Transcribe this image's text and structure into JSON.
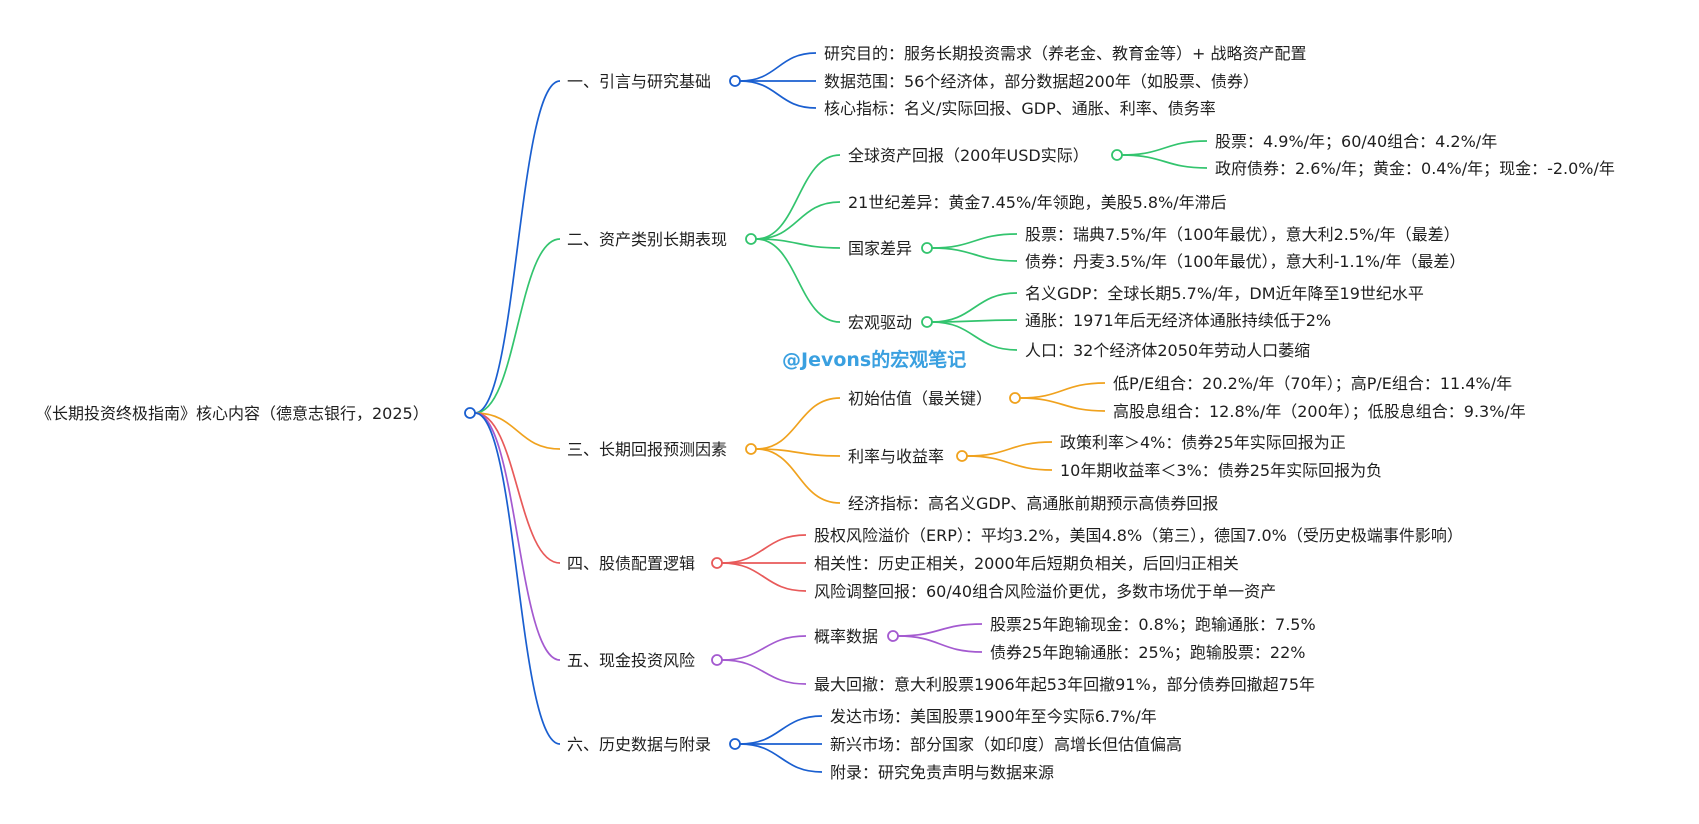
{
  "root": {
    "label": "《长期投资终极指南》核心内容（德意志银行，2025）",
    "color": "#1a5fd0"
  },
  "watermark": "@Jevons的宏观笔记",
  "branches": [
    {
      "label": "一、引言与研究基础",
      "color": "#1a5fd0",
      "children": [
        {
          "label": "研究目的：服务长期投资需求（养老金、教育金等）+ 战略资产配置"
        },
        {
          "label": "数据范围：56个经济体，部分数据超200年（如股票、债券）"
        },
        {
          "label": "核心指标：名义/实际回报、GDP、通胀、利率、债务率"
        }
      ]
    },
    {
      "label": "二、资产类别长期表现",
      "color": "#33c46e",
      "children": [
        {
          "label": "全球资产回报（200年USD实际）",
          "children": [
            {
              "label": "股票：4.9%/年；60/40组合：4.2%/年"
            },
            {
              "label": "政府债券：2.6%/年；黄金：0.4%/年；现金：-2.0%/年"
            }
          ]
        },
        {
          "label": "21世纪差异：黄金7.45%/年领跑，美股5.8%/年滞后"
        },
        {
          "label": "国家差异",
          "children": [
            {
              "label": "股票：瑞典7.5%/年（100年最优），意大利2.5%/年（最差）"
            },
            {
              "label": "债券：丹麦3.5%/年（100年最优），意大利-1.1%/年（最差）"
            }
          ]
        },
        {
          "label": "宏观驱动",
          "children": [
            {
              "label": "名义GDP：全球长期5.7%/年，DM近年降至19世纪水平"
            },
            {
              "label": "通胀：1971年后无经济体通胀持续低于2%"
            },
            {
              "label": "人口：32个经济体2050年劳动人口萎缩"
            }
          ]
        }
      ]
    },
    {
      "label": "三、长期回报预测因素",
      "color": "#f0a21e",
      "children": [
        {
          "label": "初始估值（最关键）",
          "children": [
            {
              "label": "低P/E组合：20.2%/年（70年）；高P/E组合：11.4%/年"
            },
            {
              "label": "高股息组合：12.8%/年（200年）；低股息组合：9.3%/年"
            }
          ]
        },
        {
          "label": "利率与收益率",
          "children": [
            {
              "label": "政策利率＞4%：债券25年实际回报为正"
            },
            {
              "label": "10年期收益率＜3%：债券25年实际回报为负"
            }
          ]
        },
        {
          "label": "经济指标：高名义GDP、高通胀前期预示高债券回报"
        }
      ]
    },
    {
      "label": "四、股债配置逻辑",
      "color": "#e85a5a",
      "children": [
        {
          "label": "股权风险溢价（ERP）：平均3.2%，美国4.8%（第三），德国7.0%（受历史极端事件影响）"
        },
        {
          "label": "相关性：历史正相关，2000年后短期负相关，后回归正相关"
        },
        {
          "label": "风险调整回报：60/40组合风险溢价更优，多数市场优于单一资产"
        }
      ]
    },
    {
      "label": "五、现金投资风险",
      "color": "#a45ad0",
      "children": [
        {
          "label": "概率数据",
          "children": [
            {
              "label": "股票25年跑输现金：0.8%；跑输通胀：7.5%"
            },
            {
              "label": "债券25年跑输通胀：25%；跑输股票：22%"
            }
          ]
        },
        {
          "label": "最大回撤：意大利股票1906年起53年回撤91%，部分债券回撤超75年"
        }
      ]
    },
    {
      "label": "六、历史数据与附录",
      "color": "#1a5fd0",
      "children": [
        {
          "label": "发达市场：美国股票1900年至今实际6.7%/年"
        },
        {
          "label": "新兴市场：部分国家（如印度）高增长但估值偏高"
        },
        {
          "label": "附录：研究免责声明与数据来源"
        }
      ]
    }
  ]
}
